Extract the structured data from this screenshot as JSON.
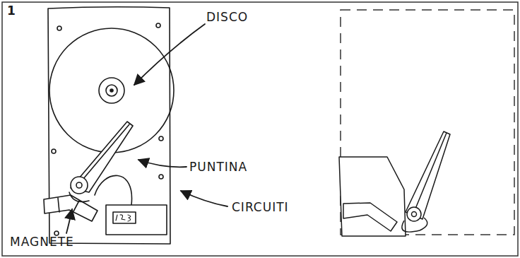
{
  "diagram": {
    "labels": [
      "1",
      "DISCO",
      "PUNTINA",
      "CIRCUITI",
      "MAGNETE"
    ]
  }
}
